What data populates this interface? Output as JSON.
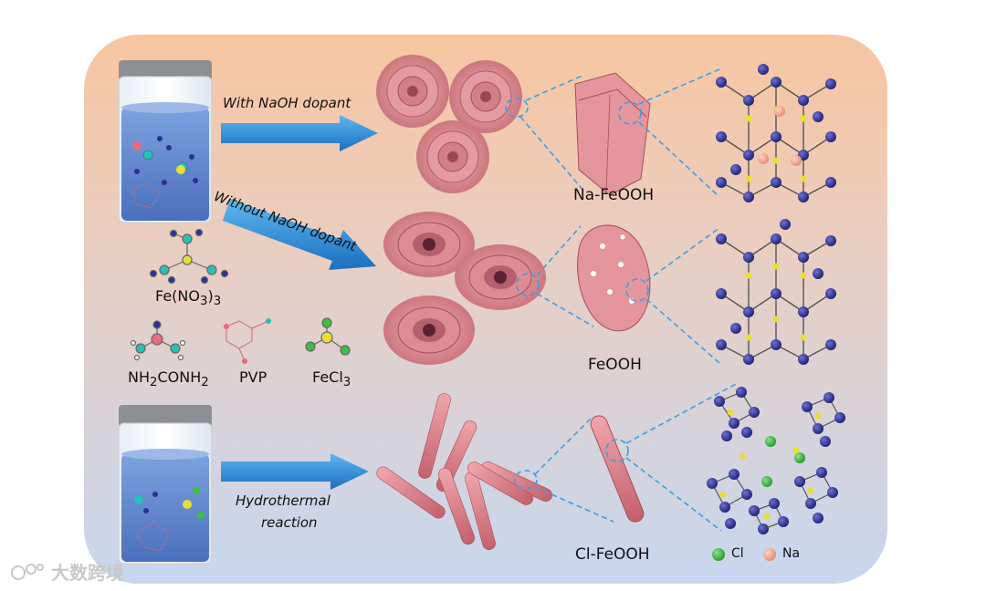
{
  "arrows": {
    "top": "With NaOH dopant",
    "middle": "Without NaOH dopant",
    "bottom_line1": "Hydrothermal",
    "bottom_line2": "reaction"
  },
  "reagents": {
    "iron_nitrate": "Fe(NO",
    "iron_nitrate_sub1": "3",
    "iron_nitrate_close": ")",
    "iron_nitrate_sub2": "3",
    "urea_a": "NH",
    "urea_sub1": "2",
    "urea_b": "CONH",
    "urea_sub2": "2",
    "pvp": "PVP",
    "ferric_chloride": "FeCl",
    "ferric_chloride_sub": "3"
  },
  "products": {
    "na_feooh": "Na-FeOOH",
    "feooh": "FeOOH",
    "cl_feooh": "Cl-FeOOH"
  },
  "legend": {
    "cl": "Cl",
    "na": "Na"
  },
  "watermark": "大数跨境",
  "colors": {
    "bg_top": "#f6c9a3",
    "bg_bottom": "#c9d8ef",
    "solution": "#5f86cc",
    "arrow": "#2b8fd6",
    "flower": "#d9838a",
    "dash": "#3aa0e0",
    "atom_blue": "#2c2f9a",
    "atom_yellow": "#e8e033",
    "cl": "#3fbf3f",
    "na": "#f0a088"
  }
}
